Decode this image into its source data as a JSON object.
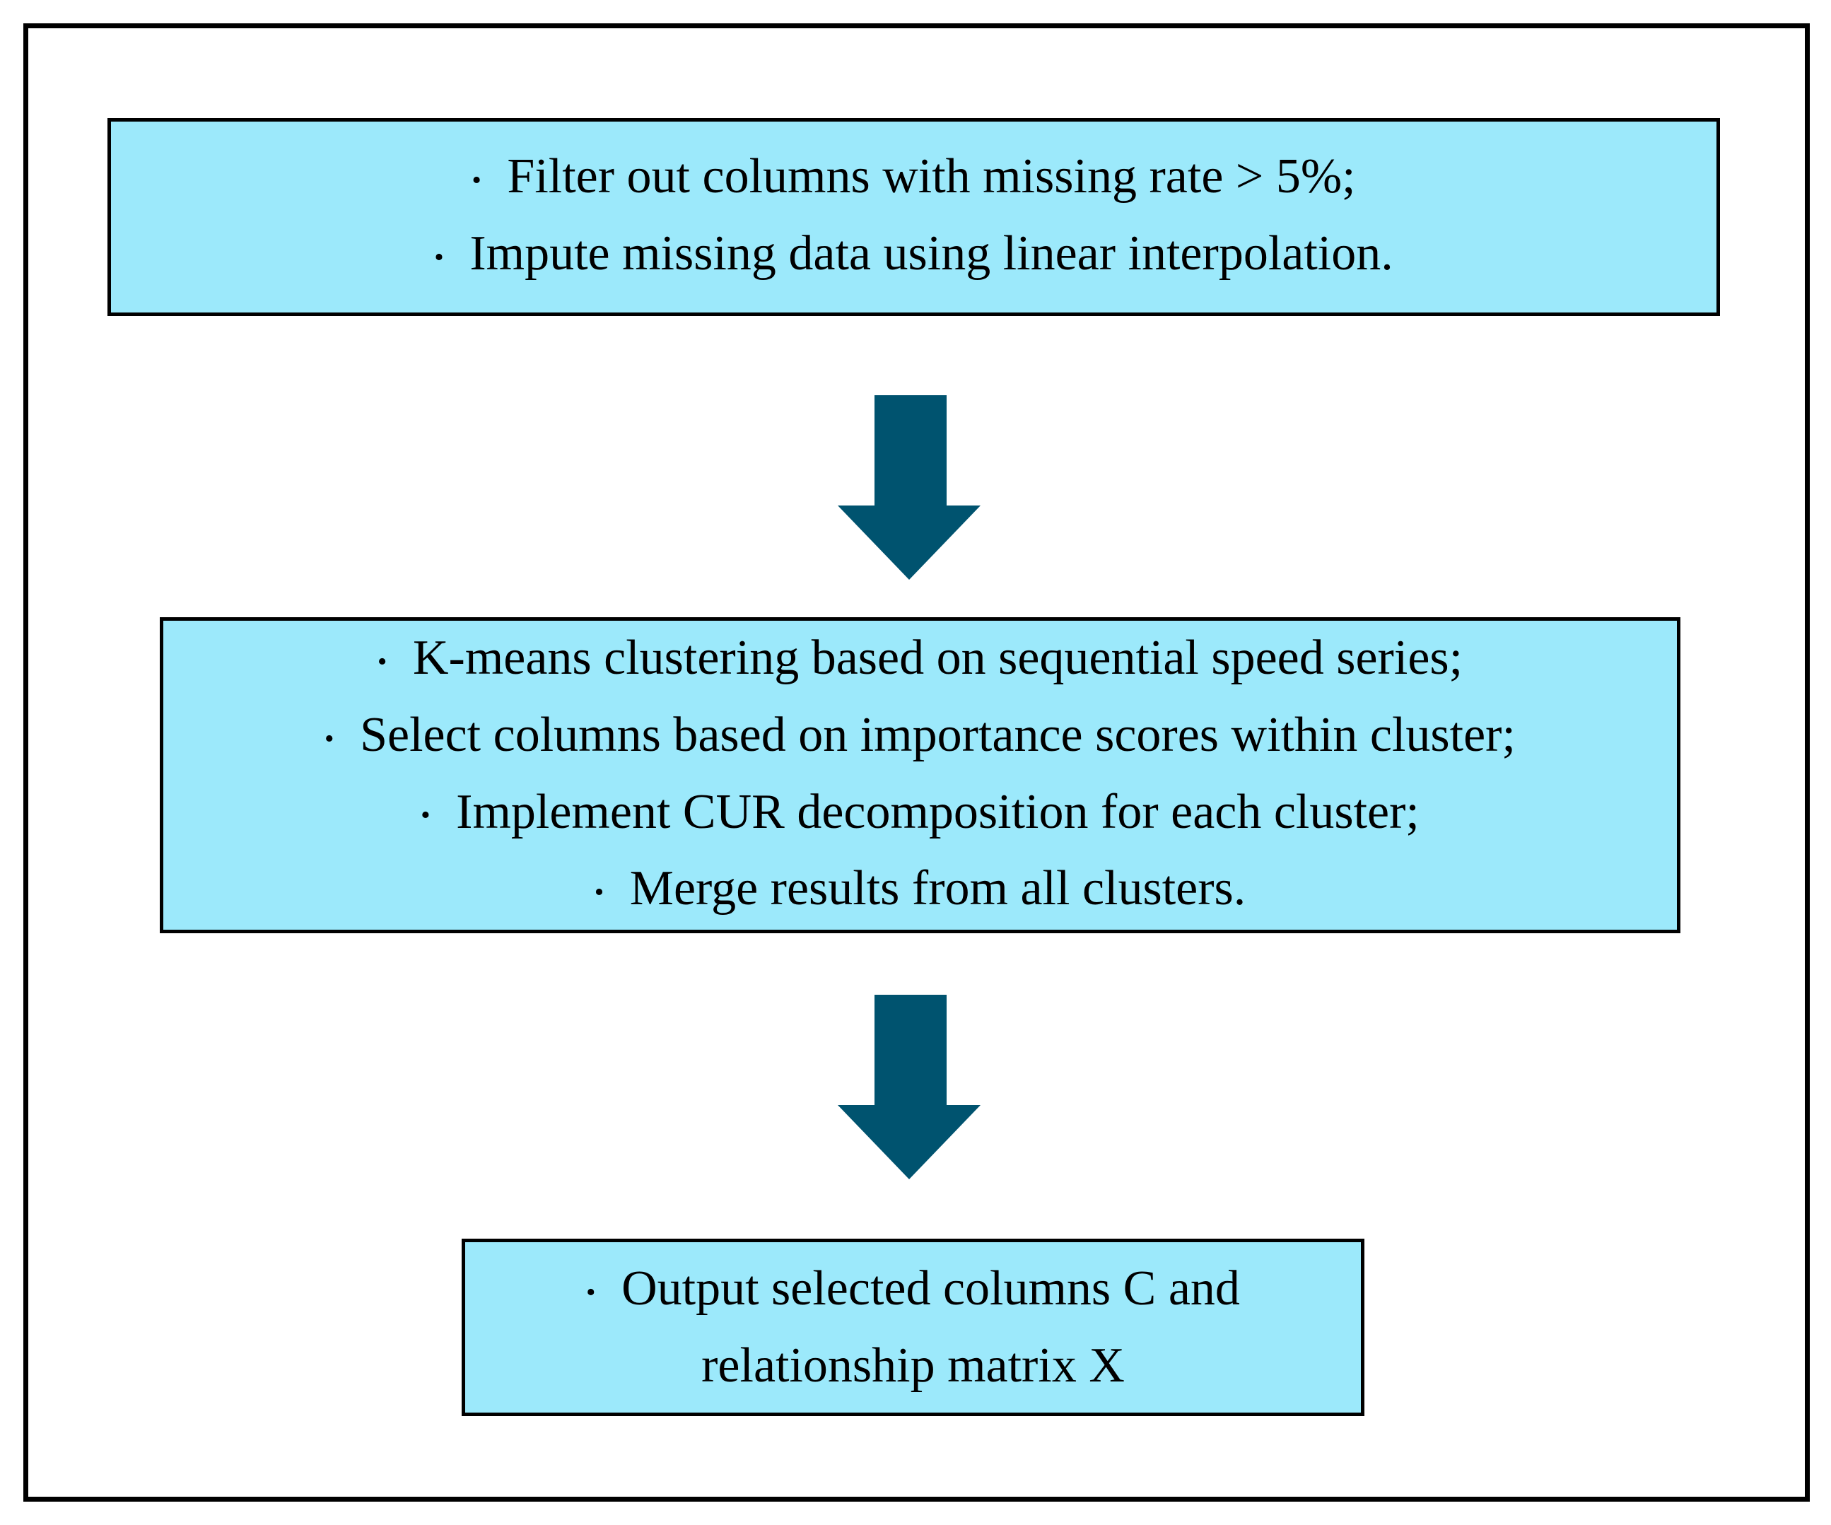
{
  "figure": {
    "type": "flowchart",
    "bullet_glyph": "•",
    "colors": {
      "background": "#ffffff",
      "frame_border": "#000000",
      "box_fill": "#9ce9fb",
      "box_border": "#000000",
      "arrow_fill": "#00536f",
      "text": "#000000"
    },
    "boxes": [
      {
        "name": "data-preprocessing",
        "bullets": [
          "Filter out columns with missing rate > 5%;",
          "Impute missing data using linear interpolation."
        ]
      },
      {
        "name": "clustered-cur-decomposition",
        "bullets": [
          "K-means clustering based on sequential speed series;",
          "Select columns based on importance scores within cluster;",
          "Implement CUR decomposition for each cluster;",
          "Merge results from all clusters."
        ]
      },
      {
        "name": "output",
        "bullets": [
          "Output selected columns C and relationship matrix X"
        ]
      }
    ],
    "connectors": [
      {
        "icon": "arrow-down-icon"
      },
      {
        "icon": "arrow-down-icon"
      }
    ]
  }
}
